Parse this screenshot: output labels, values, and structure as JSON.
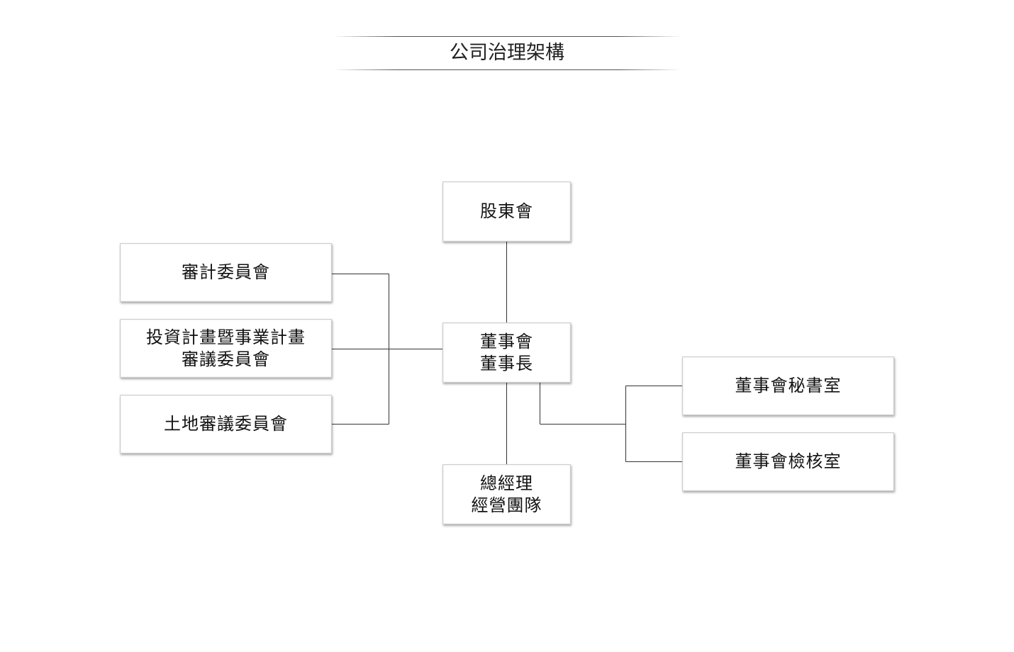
{
  "title": "公司治理架構",
  "nodes": {
    "shareholders": {
      "line1": "股東會"
    },
    "board": {
      "line1": "董事會",
      "line2": "董事長"
    },
    "audit": {
      "line1": "審計委員會"
    },
    "investment": {
      "line1": "投資計畫暨事業計畫",
      "line2": "審議委員會"
    },
    "land": {
      "line1": "土地審議委員會"
    },
    "secretariat": {
      "line1": "董事會秘書室"
    },
    "inspection": {
      "line1": "董事會檢核室"
    },
    "management": {
      "line1": "總經理",
      "line2": "經營團隊"
    }
  },
  "colors": {
    "line": "#333333",
    "box_border": "#cfcfcf"
  }
}
